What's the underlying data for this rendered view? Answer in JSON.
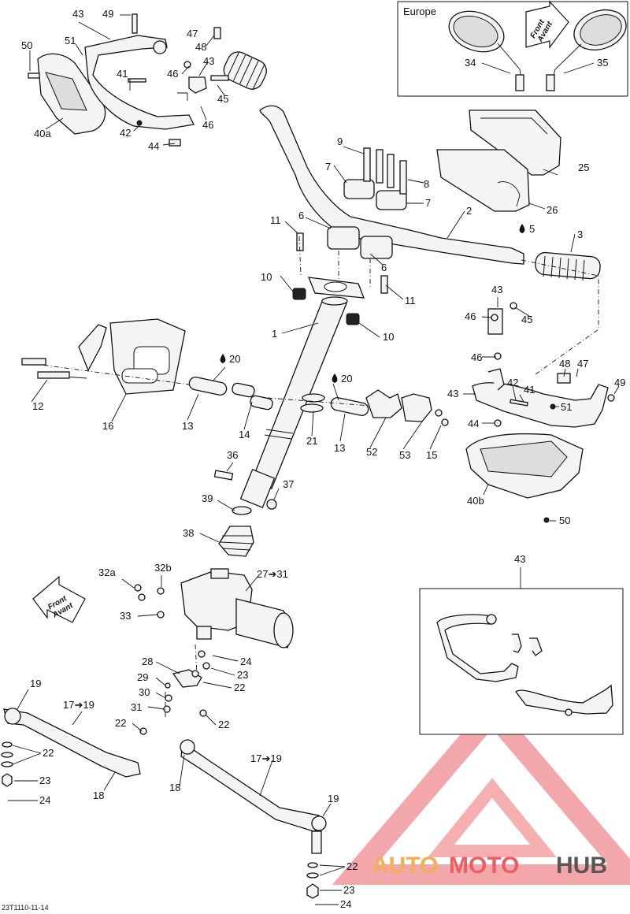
{
  "diagram": {
    "footer_code": "23T1110-11-14",
    "europe_box_title": "Europe",
    "inset_box_label": "43",
    "front_arrow_text": [
      "Front",
      "Avant"
    ],
    "watermark": {
      "part1": "AUTO",
      "part2": "MOTO",
      "part3": "HUB"
    },
    "callouts": {
      "c1": "1",
      "c2": "2",
      "c3": "3",
      "c5": "5",
      "c6a": "6",
      "c6b": "6",
      "c7a": "7",
      "c7b": "7",
      "c8": "8",
      "c9": "9",
      "c10a": "10",
      "c10b": "10",
      "c11a": "11",
      "c11b": "11",
      "c12": "12",
      "c13a": "13",
      "c13b": "13",
      "c14": "14",
      "c15": "15",
      "c16": "16",
      "c17a": "17➔19",
      "c17b": "17➔19",
      "c18a": "18",
      "c18b": "18",
      "c19a": "19",
      "c19b": "19",
      "c20a": "20",
      "c20b": "20",
      "c21": "21",
      "c22a": "22",
      "c22b": "22",
      "c22c": "22",
      "c22d": "22",
      "c22e": "22",
      "c23a": "23",
      "c23b": "23",
      "c23c": "23",
      "c24a": "24",
      "c24b": "24",
      "c24c": "24",
      "c25": "25",
      "c26": "26",
      "c27": "27➔31",
      "c28": "28",
      "c29": "29",
      "c30": "30",
      "c31": "31",
      "c32a": "32a",
      "c32b": "32b",
      "c33": "33",
      "c34": "34",
      "c35": "35",
      "c36": "36",
      "c37": "37",
      "c38": "38",
      "c39": "39",
      "c40a": "40a",
      "c40b": "40b",
      "c41a": "41",
      "c41b": "41",
      "c42a": "42",
      "c42b": "42",
      "c43a": "43",
      "c43b": "43",
      "c43c": "43",
      "c43d": "43",
      "c44a": "44",
      "c44b": "44",
      "c45a": "45",
      "c45b": "45",
      "c46a": "46",
      "c46b": "46",
      "c46c": "46",
      "c46d": "46",
      "c47a": "47",
      "c47b": "47",
      "c48a": "48",
      "c48b": "48",
      "c49a": "49",
      "c49b": "49",
      "c50a": "50",
      "c50b": "50",
      "c51a": "51",
      "c51b": "51",
      "c52": "52",
      "c53": "53"
    }
  }
}
